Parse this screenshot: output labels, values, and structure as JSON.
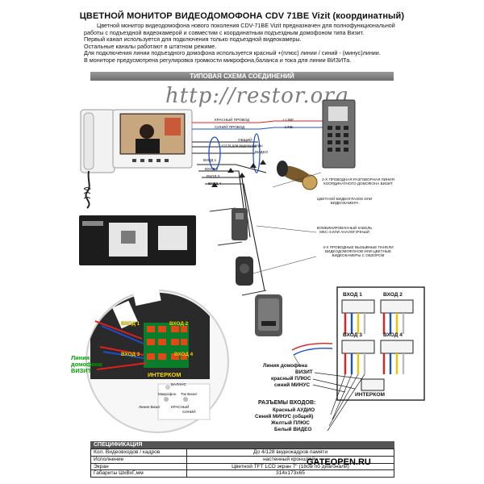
{
  "document": {
    "title": "ЦВЕТНОЙ МОНИТОР ВИДЕОДОМОФОНА CDV 71BE  Vizit (координатный)",
    "intro_lines": [
      "Цветной монитор видеодомофона нового поколения CDV-71BE Vizit предназначен для полнофункциональной",
      "работы с подъездной видеокамерой и совместим с координатным подъездным домофоном типа Визит.",
      "Первый канал используется для подключения только подъездной видеокамеры.",
      "Остальные каналы работают в штатном режиме.",
      "Для подключения линии подъездного домофона используется красный +(плюс) линии / синий - (минус)линии.",
      "В мониторе предусмотрена регулировка громкости микрофона,баланса и тока для линии ВИЗИТа."
    ],
    "section_heading": "ТИПОВАЯ  СХЕМА СОЕДИНЕНИЙ",
    "watermark": "http://restor.org"
  },
  "diagram": {
    "wire_labels": {
      "red_wire": "КРАСНЫЙ ПРОВОД",
      "blue_wire": "СИНИЙ ПРОВОД",
      "plus_line": "+ LINE",
      "minus_line": "- LINE",
      "common": "ОБЩИЙ",
      "plus12": "+12 В для видеокамеры",
      "video": "ВИДЕО",
      "input1": "ВХОД 1",
      "input2": "ВХОД 2",
      "input3": "ВХОД 3",
      "input4": "ВХОД 4"
    },
    "callouts": {
      "two_wire_line": "2-Х ПРОВОДНАЯ РАЗГОВОРНАЯ ЛИНИЯ КООРДИНАТНОГО ДОМОФОНА ВИЗИТ",
      "color_peephole": "ЦВЕТНОЙ  ВИДЕОГЛАЗОК ИЛИ ВИДЕОКАМЕРА",
      "combined_cable": "КОМБИНИРОВАННЫЙ КАБЕЛЬ  МКС-4 ИЛИ АНАЛОГИЧНЫЙ",
      "four_wire": "4-Х ПРОВОДНЫЕ ВЫЗЫВНЫЕ ПАНЕЛИ ВИДЕОДОМОФОНОВ ИЛИ ЦВЕТНЫЕ ВИДЕОКАМЕРЫ  С ОБЗОРОМ"
    },
    "board": {
      "in1": "ВХОД 1",
      "in2": "ВХОД 2",
      "in3": "ВХОД 3",
      "in4": "ВХОД 4",
      "intercom": "ИНТЕРКОМ",
      "intercom_line": "Линия домофона ВИЗИТ",
      "balance": "БАЛАНС",
      "mic": "Микрофон",
      "current": "Ток Визит",
      "visit_line": "Линия Визит",
      "red": "КРАСНЫЙ",
      "blue": "СИНИЙ"
    },
    "right_block": {
      "in1": "ВХОД 1",
      "in2": "ВХОД 2",
      "in3": "ВХОД 3",
      "in4": "ВХОД 4",
      "intercom": "ИНТЕРКОМ",
      "line_caption": "Линия домофона",
      "line_visit": "ВИЗИТ",
      "line_plus": "красный  ПЛЮС",
      "line_minus": "синий  МИНУС",
      "connectors_title": "РАЗЪЕМЫ ВХОДОВ:",
      "conn_lines": [
        "Красный  АУДИО",
        "Синий  МИНУС (общий)",
        "Желтый ПЛЮС",
        "Белый ВИДЕО"
      ]
    }
  },
  "spec": {
    "heading": "СПЕЦИФИКАЦИЯ",
    "rows": [
      [
        "Кол. Видеовходов / кадров",
        "До 4/128 видеокадров памяти"
      ],
      [
        "Исполнение",
        "настенный кронштейн"
      ],
      [
        "Экран",
        "Цветной  TFT LCD экран 7\" (18см по диагонали)"
      ],
      [
        "Габариты ШхВхГ,мм",
        "314х173х65"
      ]
    ]
  },
  "brand": "GATEOPEN.RU",
  "colors": {
    "wire_red": "#e02020",
    "wire_blue": "#1a4fd0",
    "wire_yellow": "#f2c200",
    "wire_white": "#ffffff",
    "board_green": "#00a000"
  }
}
